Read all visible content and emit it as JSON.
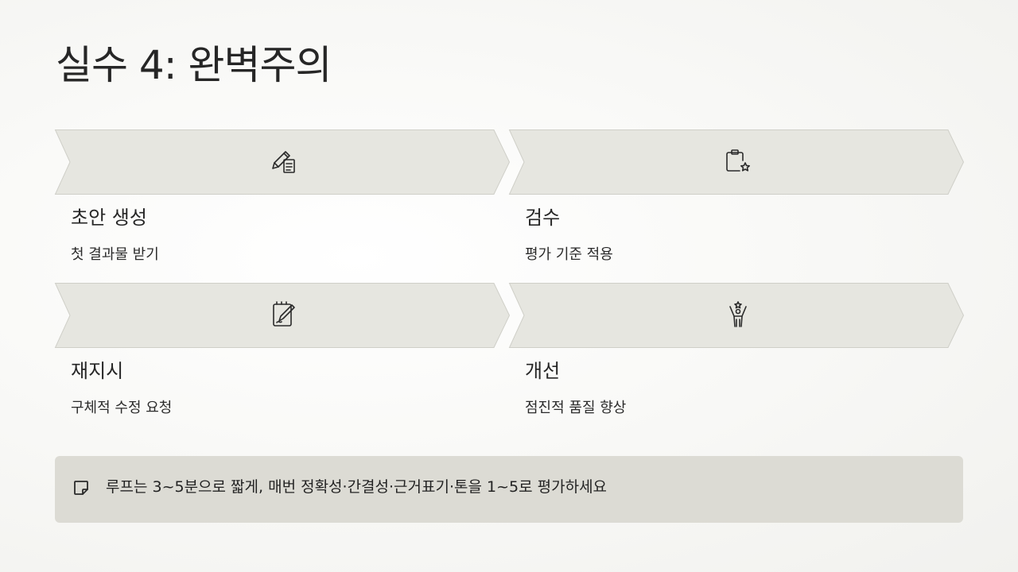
{
  "slide": {
    "title": "실수 4: 완벽주의"
  },
  "steps": [
    {
      "title": "초안 생성",
      "desc": "첫 결과물 받기",
      "icon": "pencil-document-icon"
    },
    {
      "title": "검수",
      "desc": "평가 기준 적용",
      "icon": "clipboard-star-icon"
    },
    {
      "title": "재지시",
      "desc": "구체적 수정 요청",
      "icon": "notepad-pen-icon"
    },
    {
      "title": "개선",
      "desc": "점진적 품질 향상",
      "icon": "person-celebrate-icon"
    }
  ],
  "callout": {
    "icon": "sticky-note-icon",
    "text": "루프는 3~5분으로 짧게, 매번 정확성·간결성·근거표기·톤을 1~5로 평가하세요"
  },
  "colors": {
    "chevron_fill": "#e6e6e0",
    "chevron_stroke": "#cfcfc8",
    "callout_bg": "#dcdbd4",
    "text": "#262626"
  }
}
